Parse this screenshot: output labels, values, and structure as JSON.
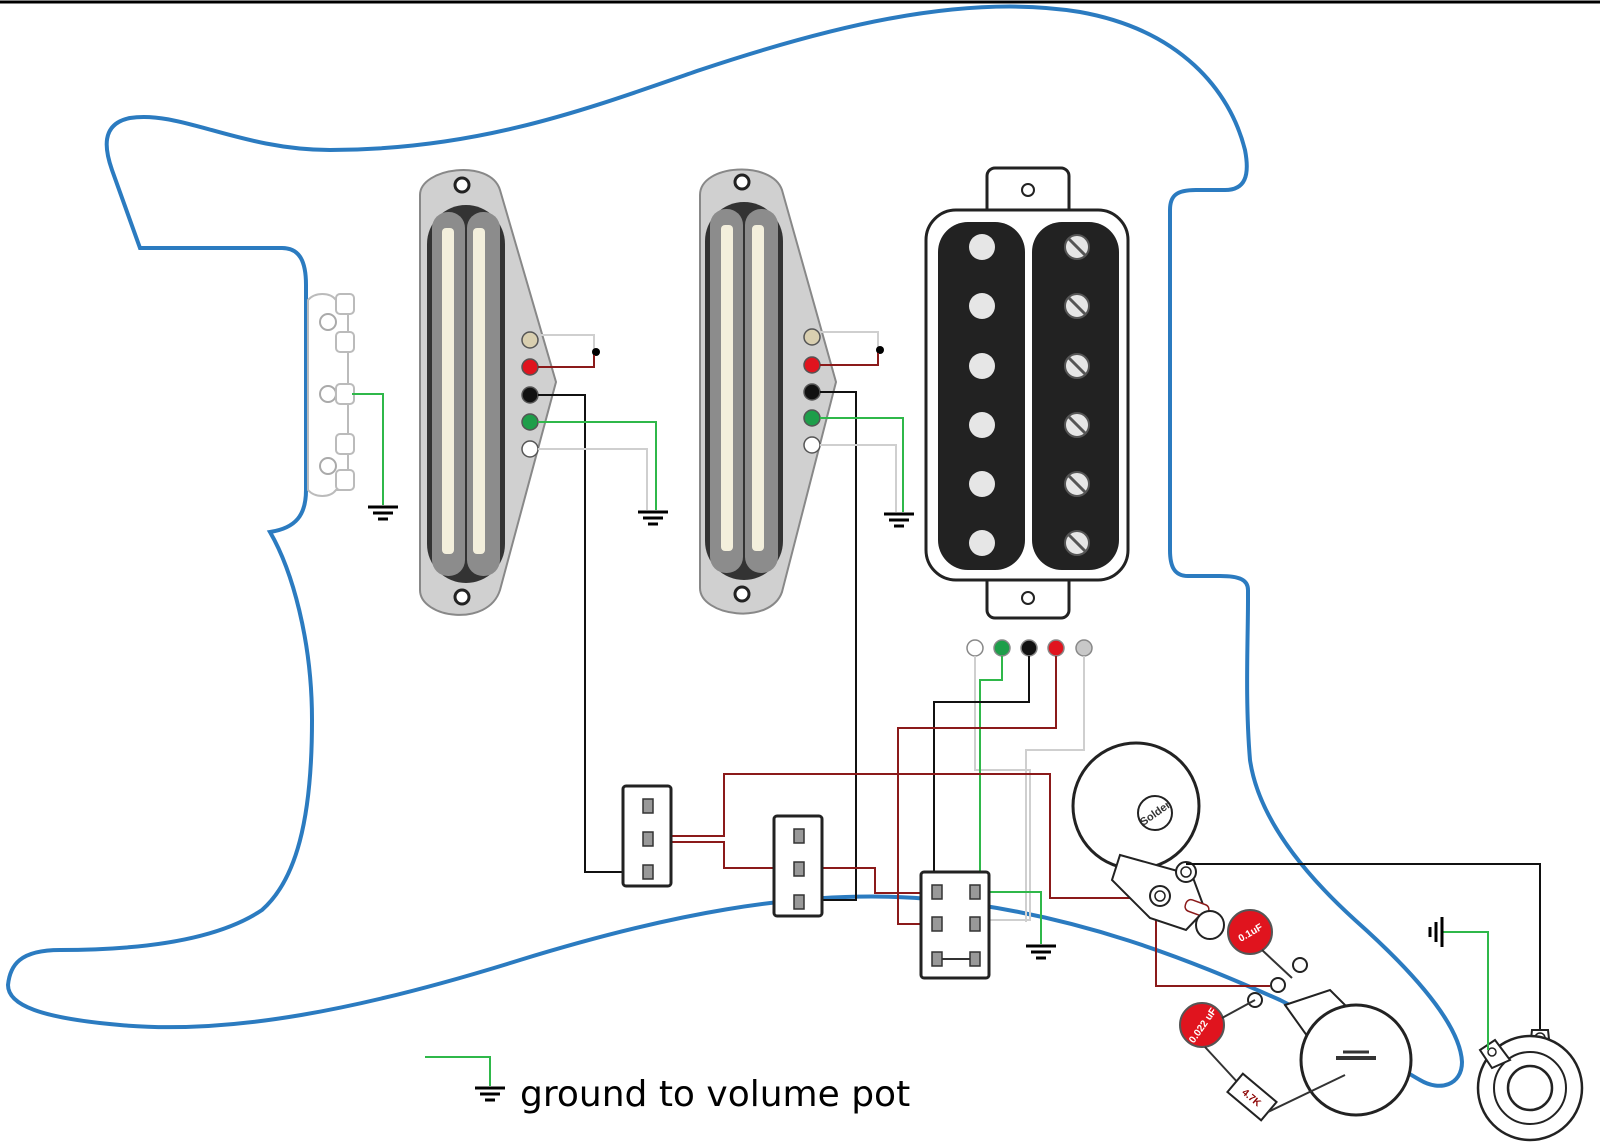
{
  "legend": {
    "text": "ground to volume pot"
  },
  "labels": {
    "solder": "Solder",
    "cap_top": "0.1uF",
    "cap_bottom": "0.022 uF",
    "resistor": "4.7K"
  },
  "colors": {
    "pickguard_outline": "#2b7bc0",
    "hot_red": "#e0141e",
    "wire_red": "#8b1a1a",
    "wire_black": "#111111",
    "wire_green": "#2fb84a",
    "wire_white": "#cfcfcf",
    "wire_tan": "#d9cfb0",
    "pickup_cover": "#cfcfcf",
    "humbucker_body": "#222222"
  },
  "components": {
    "pickups": [
      "single-coil-neck",
      "single-coil-middle",
      "humbucker-bridge"
    ],
    "switches": [
      "mini-switch-1",
      "mini-switch-2",
      "dpdt-switch"
    ],
    "pots": [
      "volume-pot",
      "tone-pot"
    ],
    "other": [
      "spring-claw",
      "output-jack"
    ]
  }
}
